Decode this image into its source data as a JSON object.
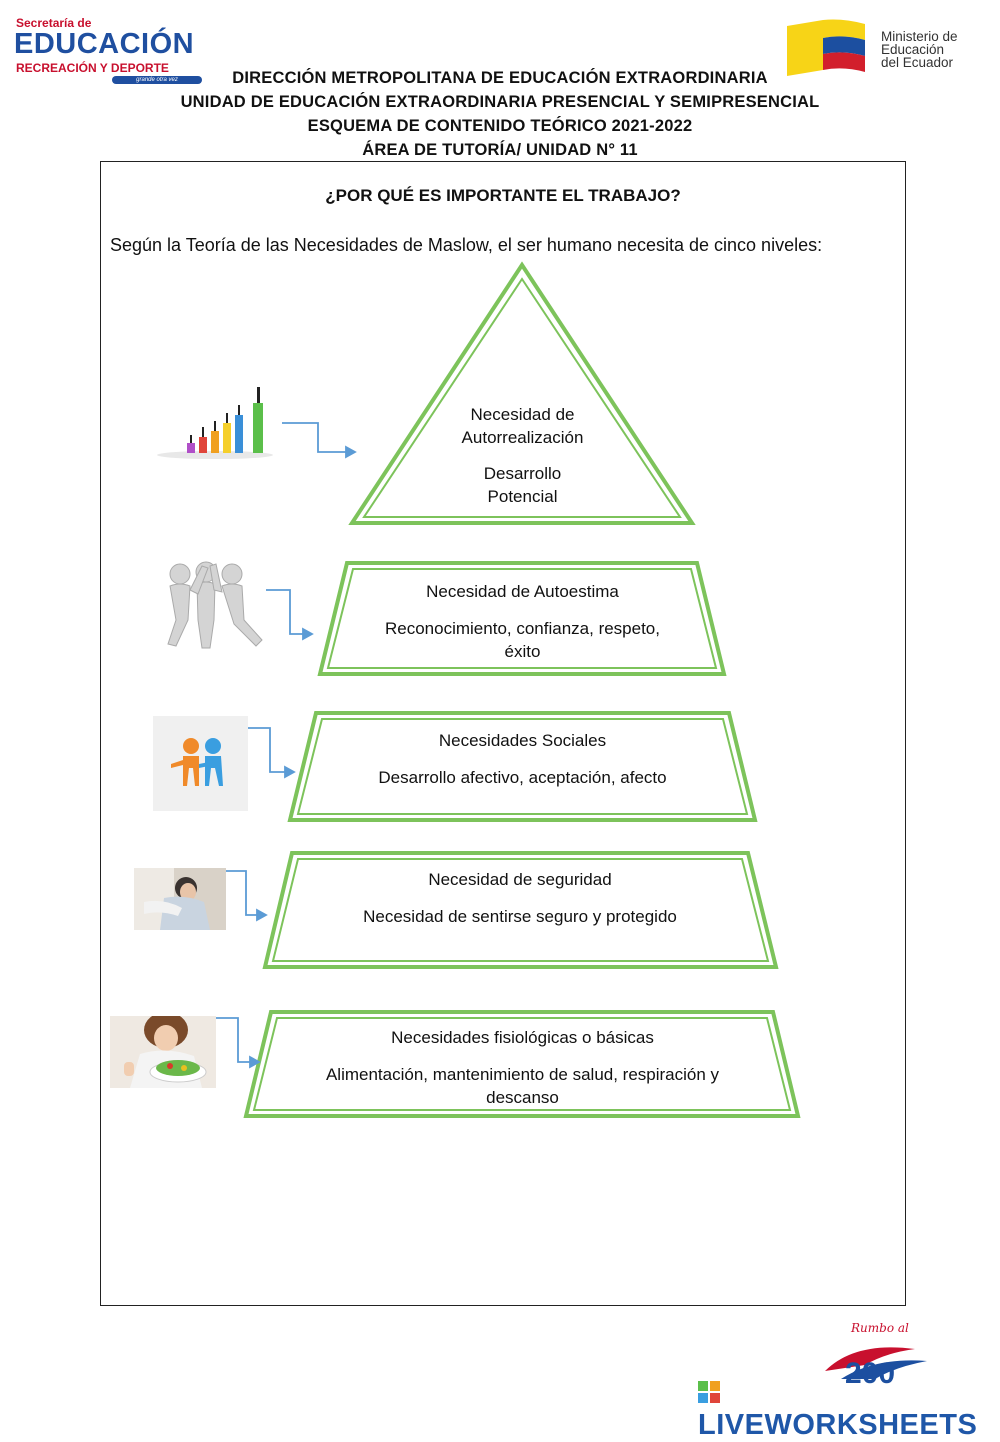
{
  "logos": {
    "left": {
      "line1": "Secretaría de",
      "line2": "EDUCACIÓN",
      "line3": "RECREACIÓN Y DEPORTE",
      "tagline": "grande otra vez"
    },
    "right": {
      "line1": "Ministerio de",
      "line2": "Educación",
      "line3": "del Ecuador"
    },
    "bottom": {
      "text": "Rumbo al"
    }
  },
  "header": {
    "line1": "DIRECCIÓN METROPOLITANA DE EDUCACIÓN EXTRAORDINARIA",
    "line2": "UNIDAD DE EDUCACIÓN EXTRAORDINARIA PRESENCIAL Y SEMIPRESENCIAL",
    "line3": "ESQUEMA DE CONTENIDO TEÓRICO 2021-2022",
    "line4": "ÁREA DE TUTORÍA/ UNIDAD N° 11"
  },
  "question": "¿POR QUÉ ES IMPORTANTE EL TRABAJO?",
  "intro": "Según la Teoría de las Necesidades de Maslow, el ser humano necesita de cinco niveles:",
  "levels": [
    {
      "title_a": "Necesidad de",
      "title_b": "Autorrealización",
      "desc_a": "Desarrollo",
      "desc_b": "Potencial",
      "image": "growth-chart-image"
    },
    {
      "title": "Necesidad de Autoestima",
      "desc_a": "Reconocimiento, confianza, respeto,",
      "desc_b": "éxito",
      "image": "team-figures-image"
    },
    {
      "title": "Necesidades Sociales",
      "desc": "Desarrollo afectivo, aceptación, afecto",
      "image": "handshake-figures-image"
    },
    {
      "title": "Necesidad de seguridad",
      "desc": "Necesidad de sentirse seguro y protegido",
      "image": "hug-photo-image"
    },
    {
      "title": "Necesidades fisiológicas o básicas",
      "desc_a": "Alimentación, mantenimiento de salud, respiración y",
      "desc_b": "descanso",
      "image": "salad-photo-image"
    }
  ],
  "colors": {
    "shape_green": "#7dc35b",
    "arrow_blue": "#5b9bd5",
    "brand_blue": "#1f57a8"
  },
  "watermark": "LIVEWORKSHEETS"
}
